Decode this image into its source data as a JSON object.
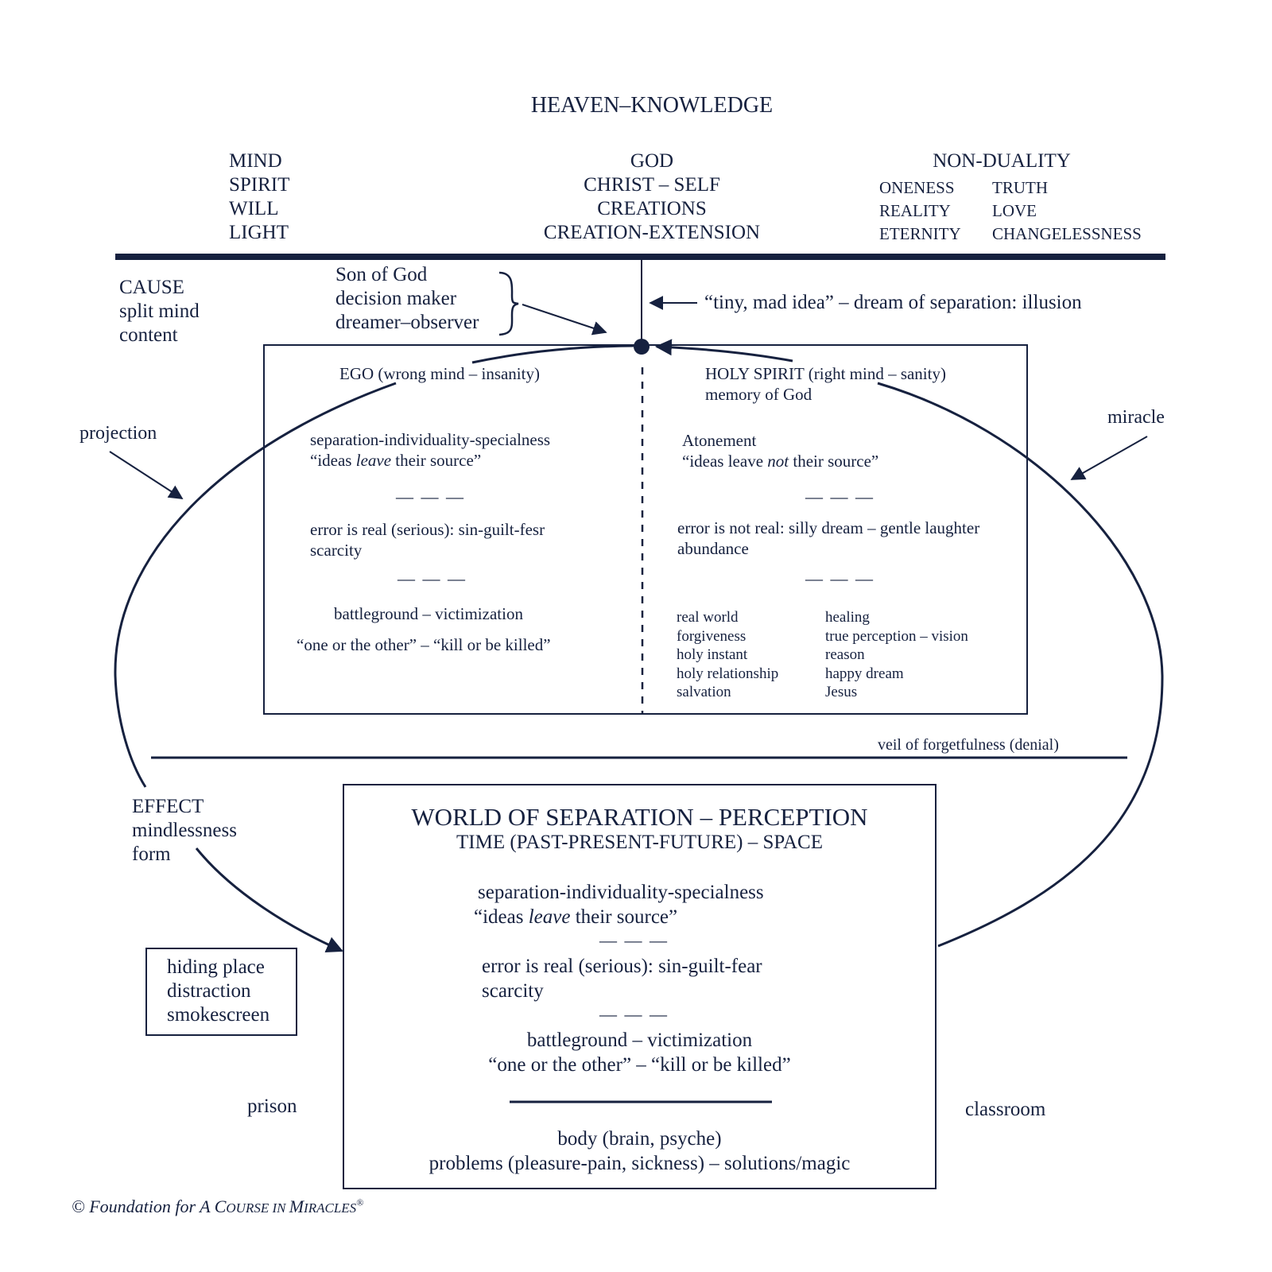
{
  "heaven": {
    "title": "HEAVEN–KNOWLEDGE",
    "left": [
      "MIND",
      "SPIRIT",
      "WILL",
      "LIGHT"
    ],
    "center": [
      "GOD",
      "CHRIST – SELF",
      "CREATIONS",
      "CREATION-EXTENSION"
    ],
    "right_title": "NON-DUALITY",
    "right_col1": [
      "ONENESS",
      "REALITY",
      "ETERNITY"
    ],
    "right_col2": [
      "TRUTH",
      "LOVE",
      "CHANGELESSNESS"
    ]
  },
  "cause": [
    "CAUSE",
    "split mind",
    "content"
  ],
  "son": [
    "Son of God",
    "decision maker",
    "dreamer–observer"
  ],
  "tiny_idea": "“tiny, mad idea” – dream of separation: illusion",
  "projection": "projection",
  "miracle": "miracle",
  "ego": {
    "title": "EGO (wrong mind – insanity)",
    "line1": "separation-individuality-specialness",
    "line2_pre": "“ideas ",
    "line2_em": "leave",
    "line2_post": " their source”",
    "line3": "error is real (serious): sin-guilt-fesr",
    "line4": "scarcity",
    "line5": "battleground – victimization",
    "line6": "“one or the other” – “kill or be killed”"
  },
  "holy": {
    "title": "HOLY SPIRIT (right mind – sanity)",
    "subtitle": "memory of God",
    "line1": "Atonement",
    "line2_pre": "“ideas leave ",
    "line2_em": "not",
    "line2_post": " their source”",
    "line3": "error is not real: silly dream – gentle laughter",
    "line4": "abundance",
    "col1": [
      "real world",
      "forgiveness",
      "holy instant",
      "holy relationship",
      "salvation"
    ],
    "col2": [
      "healing",
      "true perception – vision",
      "reason",
      "happy dream",
      "Jesus"
    ]
  },
  "divider": "— — —",
  "veil": "veil of forgetfulness (denial)",
  "effect": [
    "EFFECT",
    "mindlessness",
    "form"
  ],
  "hiding": [
    "hiding place",
    "distraction",
    "smokescreen"
  ],
  "prison": "prison",
  "classroom": "classroom",
  "world": {
    "title": "WORLD OF SEPARATION – PERCEPTION",
    "subtitle": "TIME (PAST-PRESENT-FUTURE) – SPACE",
    "line1": "separation-individuality-specialness",
    "line2_pre": "“ideas ",
    "line2_em": "leave",
    "line2_post": " their source”",
    "line3": "error is real (serious): sin-guilt-fear",
    "line4": "scarcity",
    "line5": "battleground – victimization",
    "line6": "“one or the other” – “kill or be killed”",
    "line7": "body (brain, psyche)",
    "line8": "problems (pleasure-pain, sickness) – solutions/magic"
  },
  "copyright": {
    "pre": "© Foundation for A ",
    "c1": "C",
    "c2": "OURSE IN ",
    "m1": "M",
    "m2": "IRACLES",
    "reg": "®"
  },
  "colors": {
    "ink": "#16213f",
    "background": "#ffffff"
  }
}
